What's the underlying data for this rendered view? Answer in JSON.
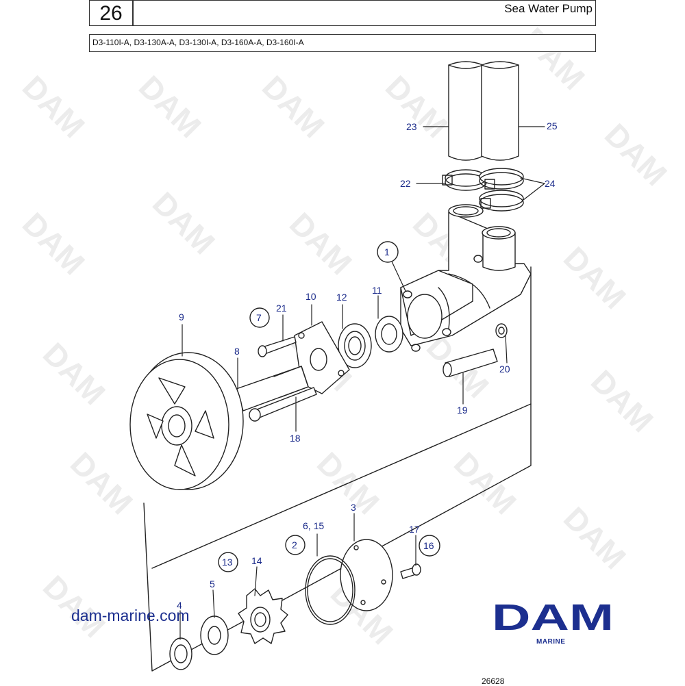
{
  "header": {
    "page_number": "26",
    "title": "Sea Water Pump",
    "models": "D3-110I-A, D3-130A-A, D3-130I-A, D3-160A-A, D3-160I-A"
  },
  "watermark": {
    "text": "DAM"
  },
  "callouts": {
    "c1": "1",
    "c2": "2",
    "c3": "3",
    "c4": "4",
    "c5": "5",
    "c6_15": "6, 15",
    "c7": "7",
    "c8": "8",
    "c9": "9",
    "c10": "10",
    "c11": "11",
    "c12": "12",
    "c13": "13",
    "c14": "14",
    "c16": "16",
    "c17": "17",
    "c18": "18",
    "c19": "19",
    "c20": "20",
    "c21": "21",
    "c22": "22",
    "c23": "23",
    "c24": "24",
    "c25": "25"
  },
  "footer": {
    "website": "dam-marine.com",
    "logo_text": "DAM",
    "logo_subtext": "MARINE",
    "drawing_ref": "26628"
  },
  "colors": {
    "callout": "#1a2a8a",
    "brand": "#1c2f8f",
    "line": "#222222"
  }
}
